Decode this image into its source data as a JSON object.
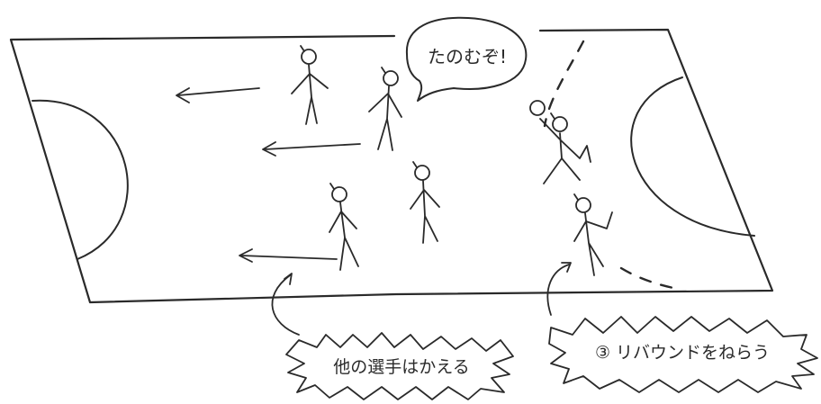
{
  "speech": {
    "text": "たのむぞ!"
  },
  "captions": {
    "left": "他の選手はかえる",
    "right": "③ リバウンドをねらう"
  },
  "colors": {
    "ink": "#2a2a2a",
    "paper": "#ffffff"
  }
}
